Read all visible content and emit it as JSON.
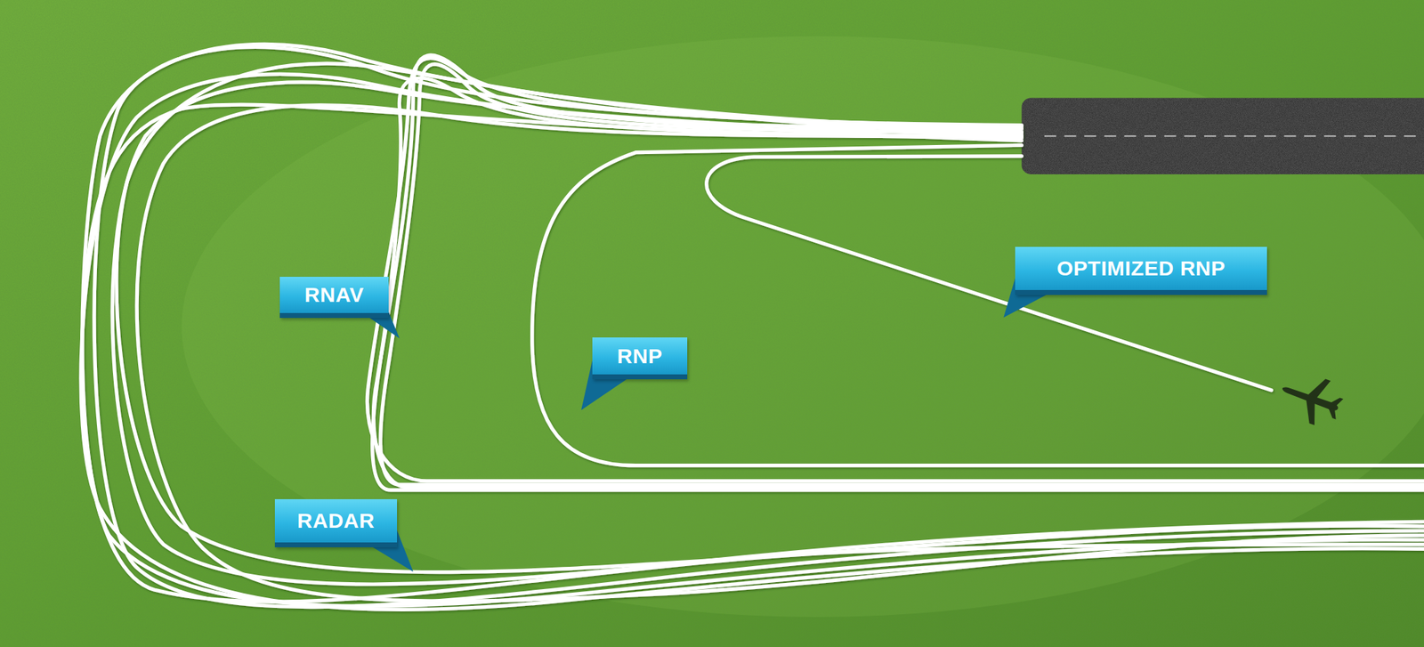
{
  "diagram": {
    "labels": [
      "RNAV",
      "OPTIMIZED RNP",
      "RNP",
      "RADAR"
    ]
  }
}
